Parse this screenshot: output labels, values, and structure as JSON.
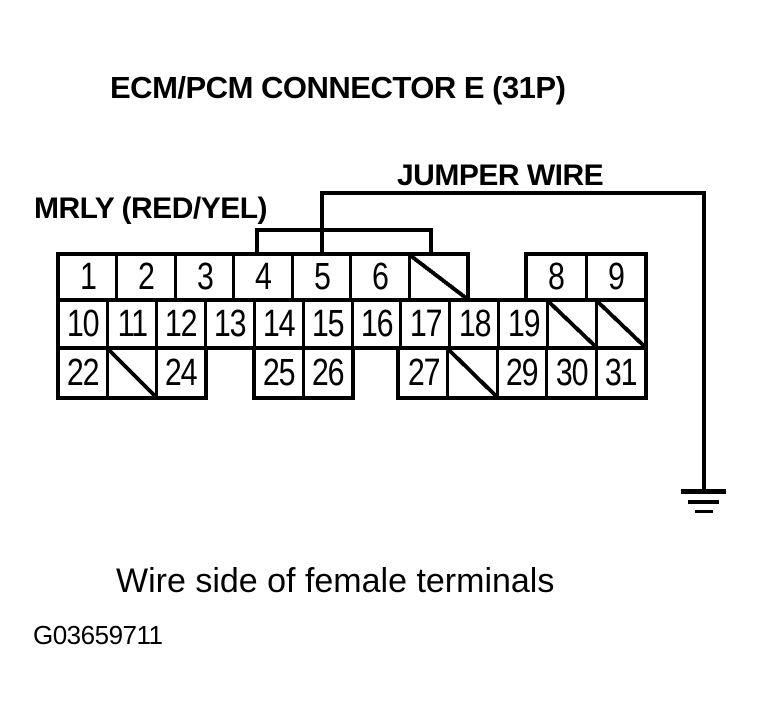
{
  "page": {
    "title": "ECM/PCM CONNECTOR E (31P)",
    "caption": "Wire side of female terminals",
    "figure_id": "G03659711"
  },
  "annotations": {
    "jumper_wire": "JUMPER WIRE",
    "mrly": "MRLY (RED/YEL)"
  },
  "colors": {
    "ink": "#000000",
    "paper": "#ffffff"
  },
  "connector": {
    "rows": [
      {
        "row": 1,
        "blocks": [
          {
            "cells": [
              {
                "pin": "1"
              },
              {
                "pin": "2"
              },
              {
                "pin": "3"
              },
              {
                "pin": "4"
              },
              {
                "pin": "5"
              },
              {
                "pin": "6"
              },
              {
                "empty": true
              }
            ]
          },
          {
            "cells": [
              {
                "pin": "8"
              },
              {
                "pin": "9"
              }
            ]
          }
        ]
      },
      {
        "row": 2,
        "blocks": [
          {
            "cells": [
              {
                "pin": "10"
              },
              {
                "pin": "11"
              },
              {
                "pin": "12"
              },
              {
                "pin": "13"
              },
              {
                "pin": "14"
              },
              {
                "pin": "15"
              },
              {
                "pin": "16"
              },
              {
                "pin": "17"
              },
              {
                "pin": "18"
              },
              {
                "pin": "19"
              },
              {
                "empty": true
              },
              {
                "empty": true
              }
            ]
          }
        ]
      },
      {
        "row": 3,
        "blocks": [
          {
            "cells": [
              {
                "pin": "22"
              },
              {
                "empty": true
              },
              {
                "pin": "24"
              }
            ]
          },
          {
            "cells": [
              {
                "pin": "25"
              },
              {
                "pin": "26"
              }
            ]
          },
          {
            "cells": [
              {
                "pin": "27"
              },
              {
                "empty": true
              },
              {
                "pin": "29"
              },
              {
                "pin": "30"
              },
              {
                "pin": "31"
              }
            ]
          }
        ]
      }
    ]
  },
  "ground": {
    "icon": "chassis-ground-symbol"
  }
}
